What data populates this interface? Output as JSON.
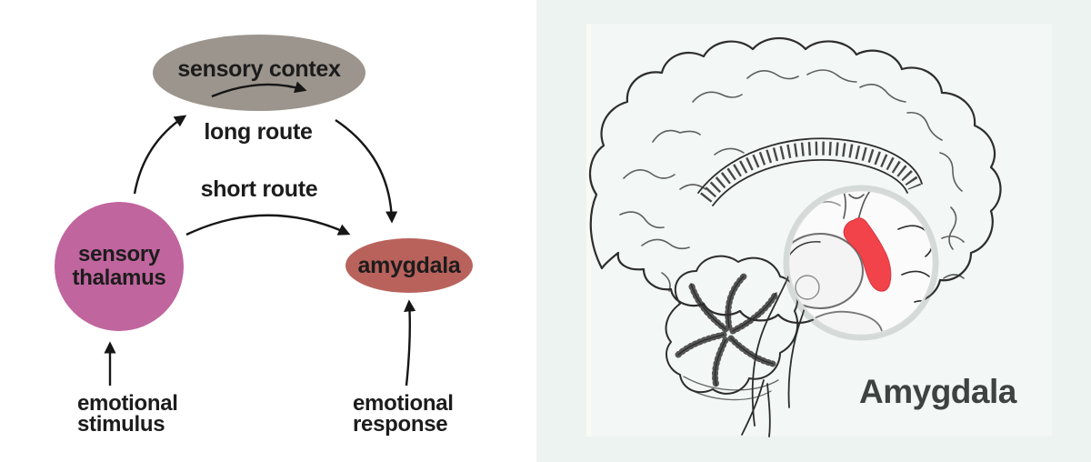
{
  "diagram": {
    "background": "#ffffff",
    "text_color": "#1c1c1c",
    "arrow_color": "#161616",
    "nodes": {
      "cortex": {
        "label": "sensory contex",
        "color": "#9c958d"
      },
      "thalamus": {
        "label": "sensory thalamus",
        "color": "#c0659e"
      },
      "amygdala": {
        "label": "amygdala",
        "color": "#b9625c"
      }
    },
    "labels": {
      "long_route": "long route",
      "short_route": "short route",
      "emotional_stimulus": "emotional stimulus",
      "emotional_response": "emotional response"
    }
  },
  "panel": {
    "background": "#edf3f1",
    "caption": "Amygdala",
    "caption_color": "#3e4341",
    "amygdala_highlight_color": "#f2434b"
  }
}
